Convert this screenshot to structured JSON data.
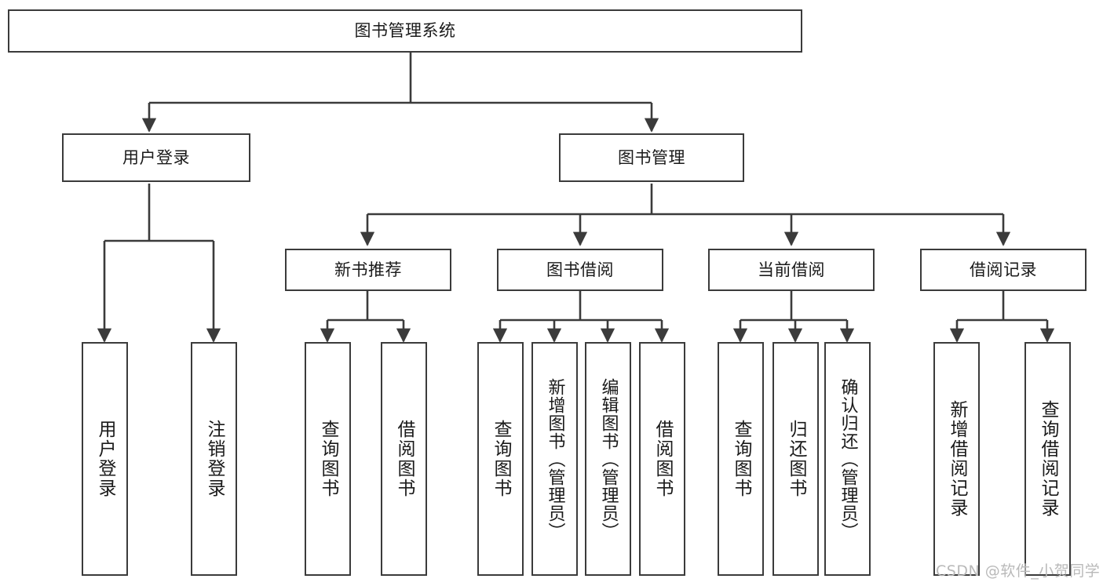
{
  "diagram": {
    "title": "图书管理系统",
    "type": "tree",
    "root": {
      "label": "图书管理系统"
    },
    "level2": [
      {
        "label": "用户登录"
      },
      {
        "label": "图书管理"
      }
    ],
    "level3": [
      {
        "label": "新书推荐"
      },
      {
        "label": "图书借阅"
      },
      {
        "label": "当前借阅"
      },
      {
        "label": "借阅记录"
      }
    ],
    "leaves": {
      "user_login": [
        {
          "label": "用户登录"
        },
        {
          "label": "注销登录"
        }
      ],
      "new_book": [
        {
          "label": "查询图书"
        },
        {
          "label": "借阅图书"
        }
      ],
      "borrow": [
        {
          "label": "查询图书"
        },
        {
          "label": "新增图书（管理员）"
        },
        {
          "label": "编辑图书（管理员）"
        },
        {
          "label": "借阅图书"
        }
      ],
      "current": [
        {
          "label": "查询图书"
        },
        {
          "label": "归还图书"
        },
        {
          "label": "确认归还（管理员）"
        }
      ],
      "records": [
        {
          "label": "新增借阅记录"
        },
        {
          "label": "查询借阅记录"
        }
      ]
    }
  },
  "watermark": {
    "text": "CSDN @软件_小贺同学"
  },
  "colors": {
    "stroke": "#3b3b3b",
    "fill": "#ffffff",
    "text": "#1a1a1a",
    "watermark": "#b9b9b9"
  }
}
